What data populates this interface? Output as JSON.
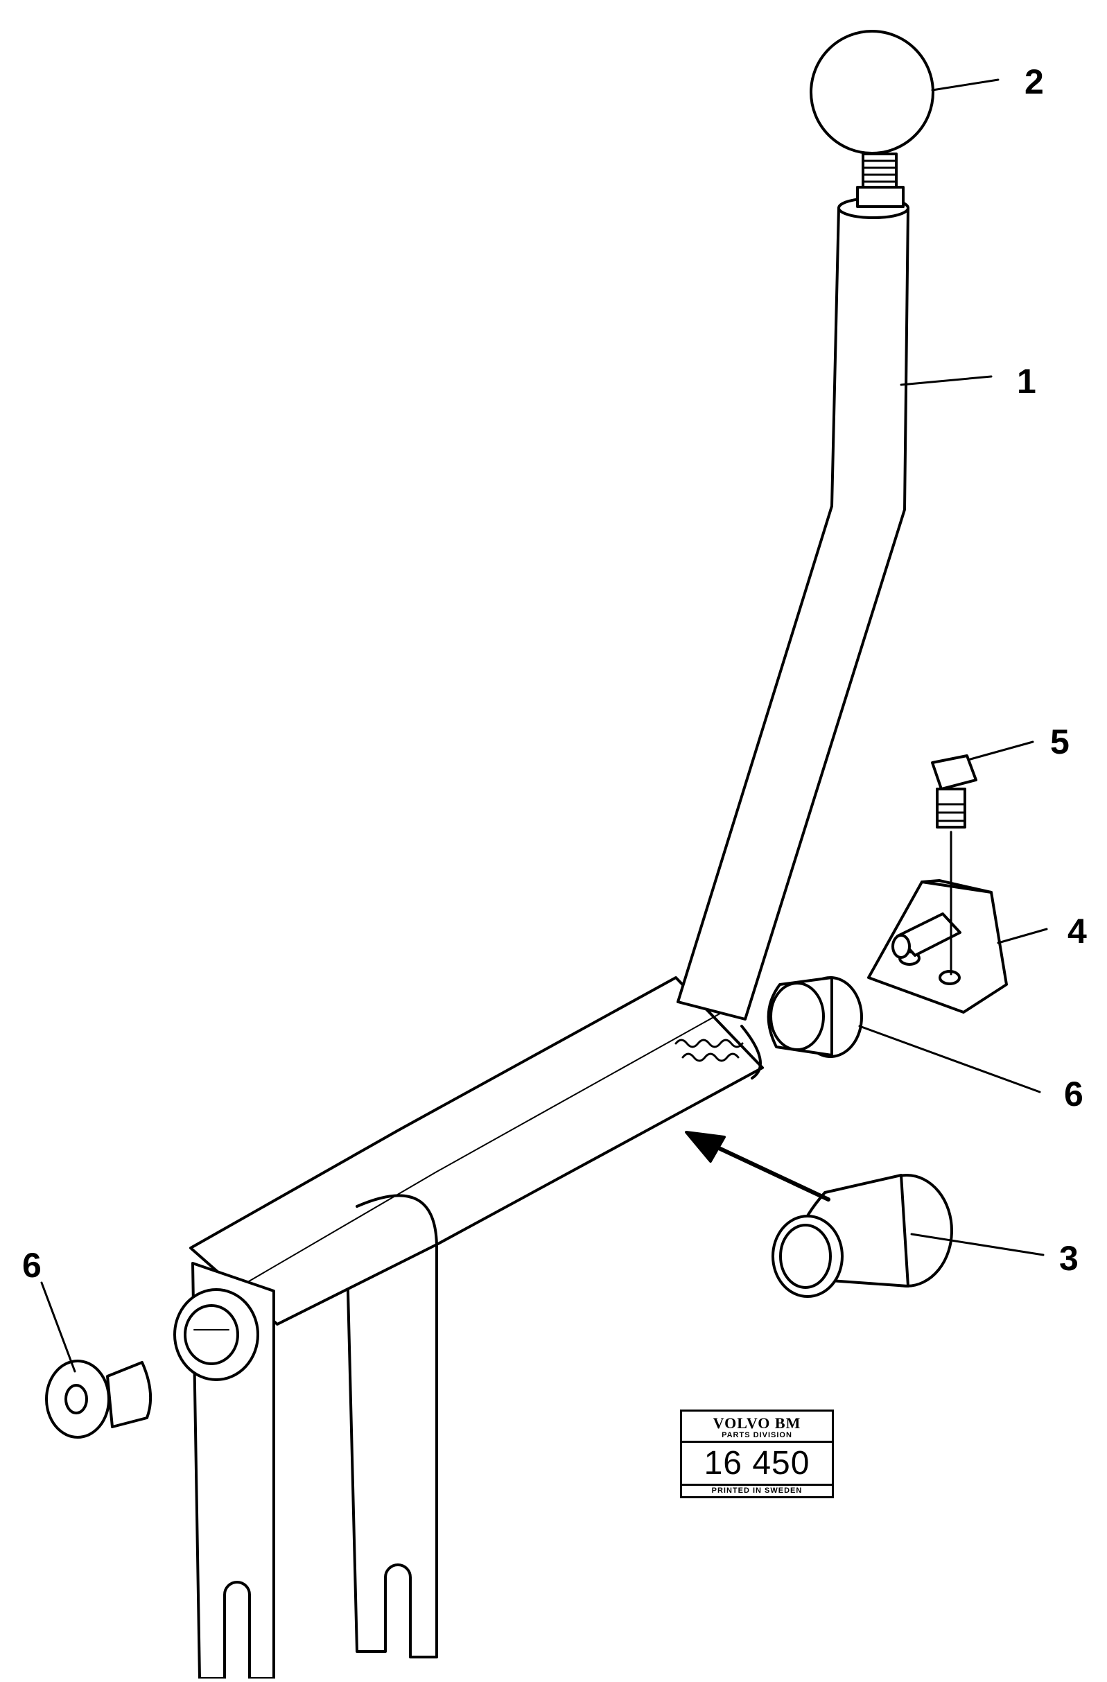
{
  "callouts": {
    "c1": "1",
    "c2": "2",
    "c3": "3",
    "c4": "4",
    "c5": "5",
    "c6_right": "6",
    "c6_left": "6"
  },
  "stamp": {
    "brand": "VOLVO BM",
    "division": "PARTS DIVISION",
    "number": "16 450",
    "printed": "PRINTED IN SWEDEN"
  }
}
